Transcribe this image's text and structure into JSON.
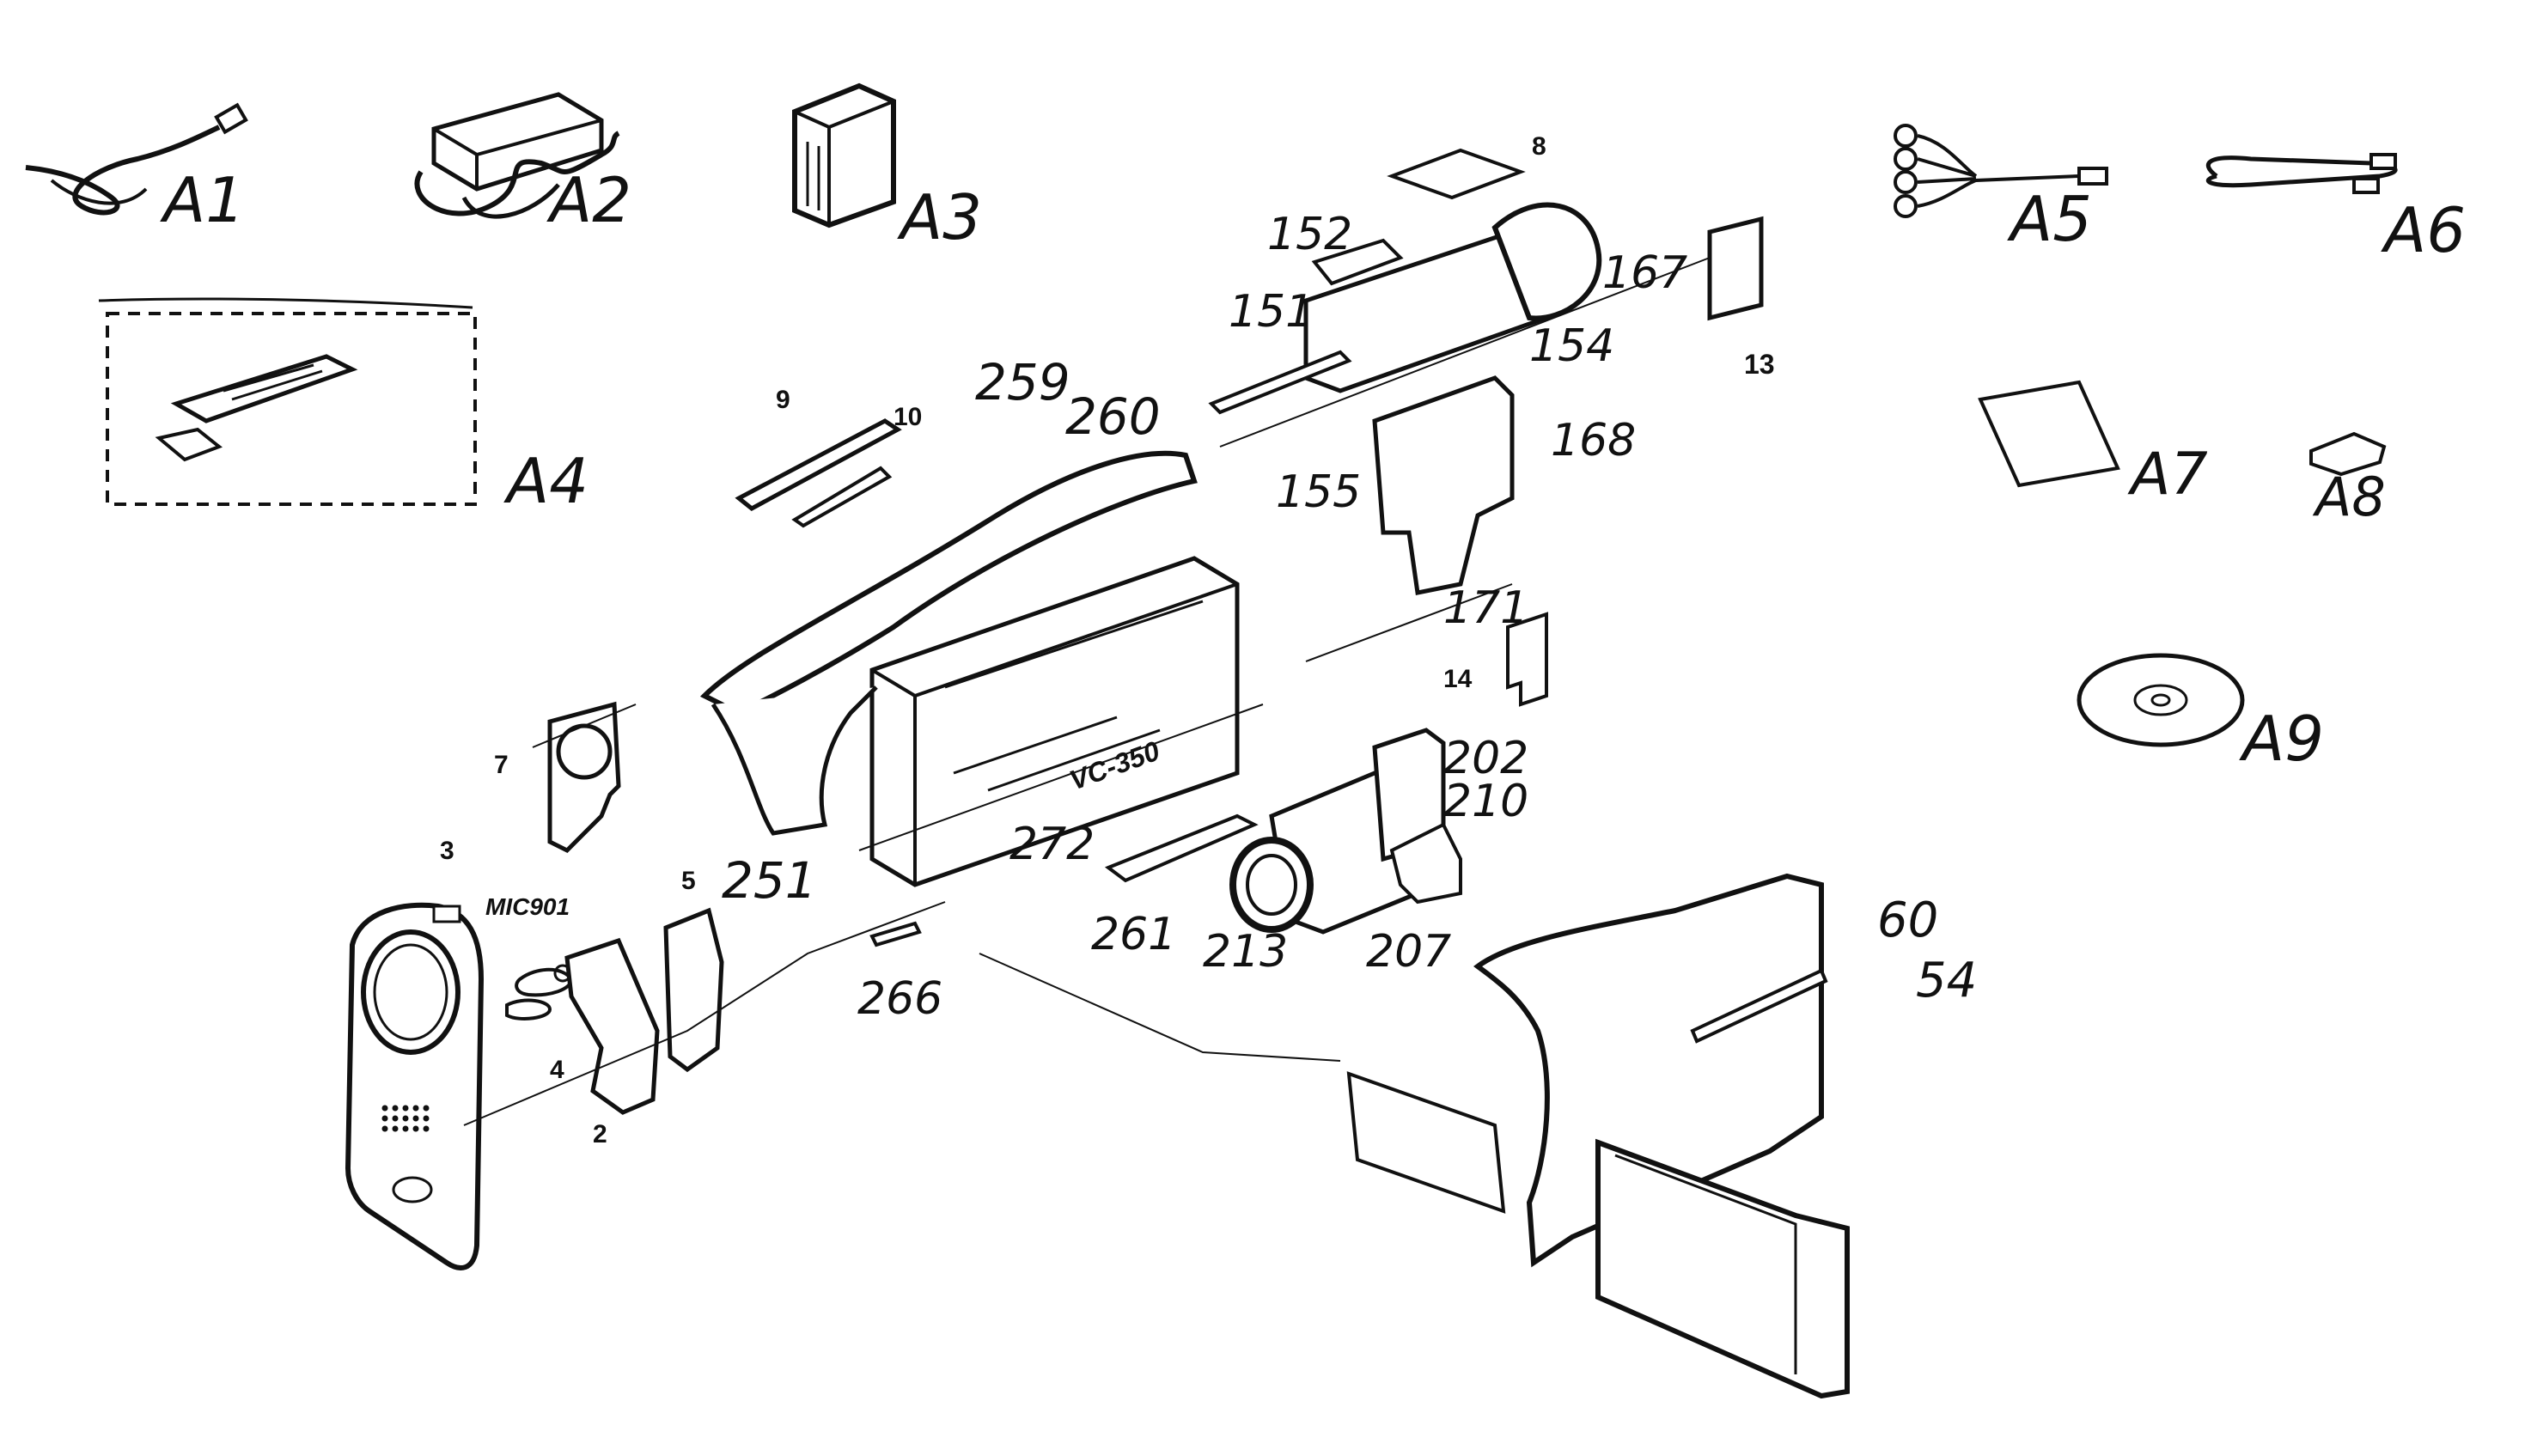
{
  "accessory_labels": {
    "a1": "A1",
    "a2": "A2",
    "a3": "A3",
    "a4": "A4",
    "a5": "A5",
    "a6": "A6",
    "a7": "A7",
    "a8": "A8",
    "a9": "A9"
  },
  "model_label": "VC-350",
  "part_labels": {
    "p2": "2",
    "p3": "3",
    "p4": "4",
    "p5": "5",
    "p7": "7",
    "p8": "8",
    "p9": "9",
    "p10": "10",
    "p13": "13",
    "p14": "14",
    "p54": "54",
    "p60": "60",
    "p151": "151",
    "p152": "152",
    "p154": "154",
    "p155": "155",
    "p167": "167",
    "p168": "168",
    "p171": "171",
    "p202": "202",
    "p207": "207",
    "p210": "210",
    "p213": "213",
    "p251": "251",
    "p259": "259",
    "p260": "260",
    "p261": "261",
    "p266": "266",
    "p272": "272",
    "mic901": "MIC901"
  },
  "colors": {
    "ink": "#111111",
    "paper": "#ffffff"
  }
}
